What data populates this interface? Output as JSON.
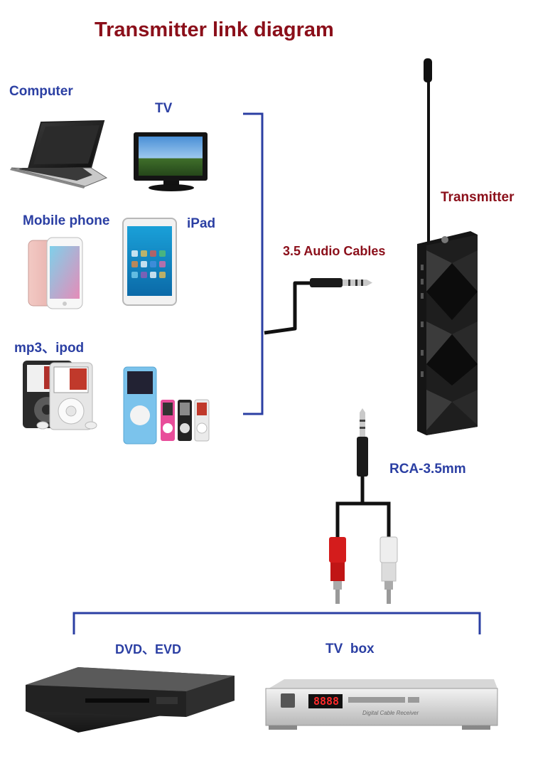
{
  "title": "Transmitter link diagram",
  "labels": {
    "computer": "Computer",
    "tv": "TV",
    "mobile_phone": "Mobile phone",
    "ipad": "iPad",
    "mp3_ipod": "mp3、ipod",
    "audio_cables": "3.5 Audio Cables",
    "transmitter": "Transmitter",
    "rca": "RCA-3.5mm",
    "dvd_evd": "DVD、EVD",
    "tv_box": "TV  box"
  },
  "device_text": {
    "tvbox_display": "8888",
    "tvbox_caption": "Digital Cable Receiver"
  },
  "colors": {
    "title": "#8b0f1a",
    "label_blue": "#2b3fa3",
    "bracket": "#2b3fa3",
    "cable": "#111111",
    "rca_red": "#d41c1c",
    "rca_white": "#eeeeee"
  }
}
